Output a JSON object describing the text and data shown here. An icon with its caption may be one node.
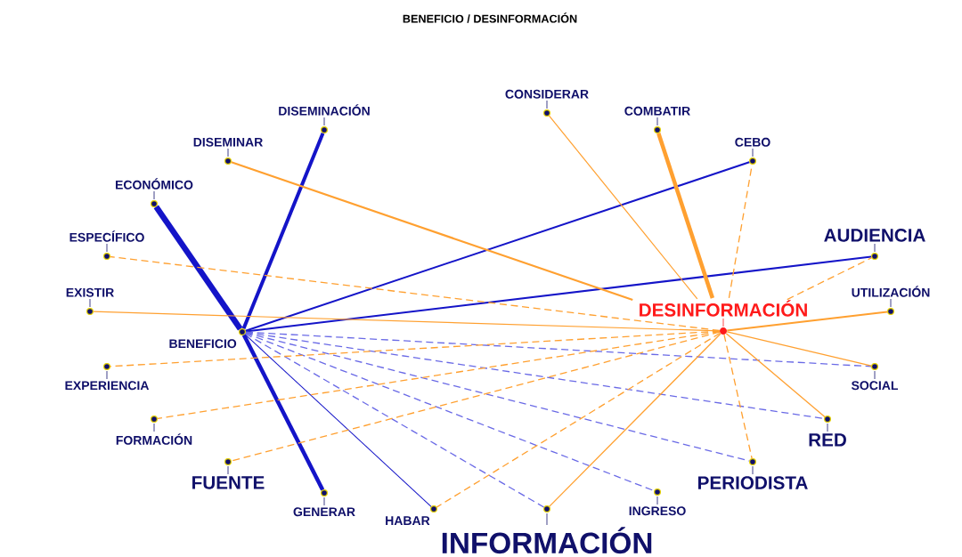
{
  "diagram": {
    "title": "BENEFICIO / DESINFORMACIÓN",
    "nodes": [
      {
        "text": [
          "CONSIDERAR"
        ]
      },
      {
        "text": [
          "COMBATIR"
        ]
      },
      {
        "text": [
          "DISEMINACIÓN"
        ]
      },
      {
        "text": [
          "DISEMINAR"
        ]
      },
      {
        "text": [
          "CEBO"
        ]
      },
      {
        "text": [
          "ECONÓMICO"
        ]
      },
      {
        "text": [
          "ESPECÍFICO"
        ]
      },
      {
        "text": [
          "AUDIENCIA"
        ]
      },
      {
        "text": [
          "EXISTIR"
        ]
      },
      {
        "text": [
          "UTILIZACIÓN"
        ]
      },
      {
        "text": [
          "DESINFORMACIÓN"
        ]
      },
      {
        "text": [
          "BENEFICIO"
        ]
      },
      {
        "text": [
          "EXPERIENCIA"
        ]
      },
      {
        "text": [
          "SOCIAL"
        ]
      },
      {
        "text": [
          "FORMACIÓN"
        ]
      },
      {
        "text": [
          "RED"
        ]
      },
      {
        "text": [
          "FUENTE"
        ]
      },
      {
        "text": [
          "PERIODISTA"
        ]
      },
      {
        "text": [
          "GENERAR"
        ]
      },
      {
        "text": [
          "INGRESO"
        ]
      },
      {
        "text": [
          "HABAR"
        ]
      },
      {
        "text": [
          "INFORMACIÓN"
        ]
      }
    ],
    "edges": [
      {
        "from": 11,
        "to": 2,
        "arrow": "none",
        "style": "thick",
        "color": "#1414c8"
      },
      {
        "from": 11,
        "to": 5,
        "arrow": "none",
        "style": "thick",
        "color": "#1414c8"
      },
      {
        "from": 11,
        "to": 18,
        "arrow": "none",
        "style": "thick",
        "color": "#1414c8"
      },
      {
        "from": 11,
        "to": 4,
        "arrow": "none",
        "color": "#1414c8"
      },
      {
        "from": 11,
        "to": 7,
        "arrow": "none",
        "color": "#1414c8"
      },
      {
        "from": 11,
        "to": 20,
        "arrow": "none",
        "color": "#1414c8"
      },
      {
        "from": 11,
        "to": 13,
        "arrow": "none",
        "style": "dashed",
        "color": "#6a6ae6"
      },
      {
        "from": 11,
        "to": 15,
        "arrow": "none",
        "style": "dashed",
        "color": "#6a6ae6"
      },
      {
        "from": 11,
        "to": 17,
        "arrow": "none",
        "style": "dashed",
        "color": "#6a6ae6"
      },
      {
        "from": 11,
        "to": 19,
        "arrow": "none",
        "style": "dashed",
        "color": "#6a6ae6"
      },
      {
        "from": 11,
        "to": 21,
        "arrow": "none",
        "style": "dashed",
        "color": "#6a6ae6"
      },
      {
        "from": 10,
        "to": 0,
        "arrow": "none"
      },
      {
        "from": 10,
        "to": 1,
        "arrow": "none",
        "style": "thick"
      },
      {
        "from": 10,
        "to": 3,
        "arrow": "none"
      },
      {
        "from": 10,
        "to": 4,
        "arrow": "none",
        "style": "dashed"
      },
      {
        "from": 10,
        "to": 7,
        "arrow": "none",
        "style": "dashed"
      },
      {
        "from": 10,
        "to": 9,
        "arrow": "none"
      },
      {
        "from": 10,
        "to": 13,
        "arrow": "none"
      },
      {
        "from": 10,
        "to": 15,
        "arrow": "none"
      },
      {
        "from": 10,
        "to": 17,
        "arrow": "none",
        "style": "dashed"
      },
      {
        "from": 10,
        "to": 21,
        "arrow": "none"
      },
      {
        "from": 10,
        "to": 20,
        "arrow": "none",
        "style": "dashed"
      },
      {
        "from": 10,
        "to": 16,
        "arrow": "none",
        "style": "dashed"
      },
      {
        "from": 10,
        "to": 14,
        "arrow": "none",
        "style": "dashed"
      },
      {
        "from": 10,
        "to": 12,
        "arrow": "none",
        "style": "dashed"
      },
      {
        "from": 10,
        "to": 6,
        "arrow": "none",
        "style": "dashed"
      },
      {
        "from": 10,
        "to": 8,
        "arrow": "none"
      }
    ]
  }
}
